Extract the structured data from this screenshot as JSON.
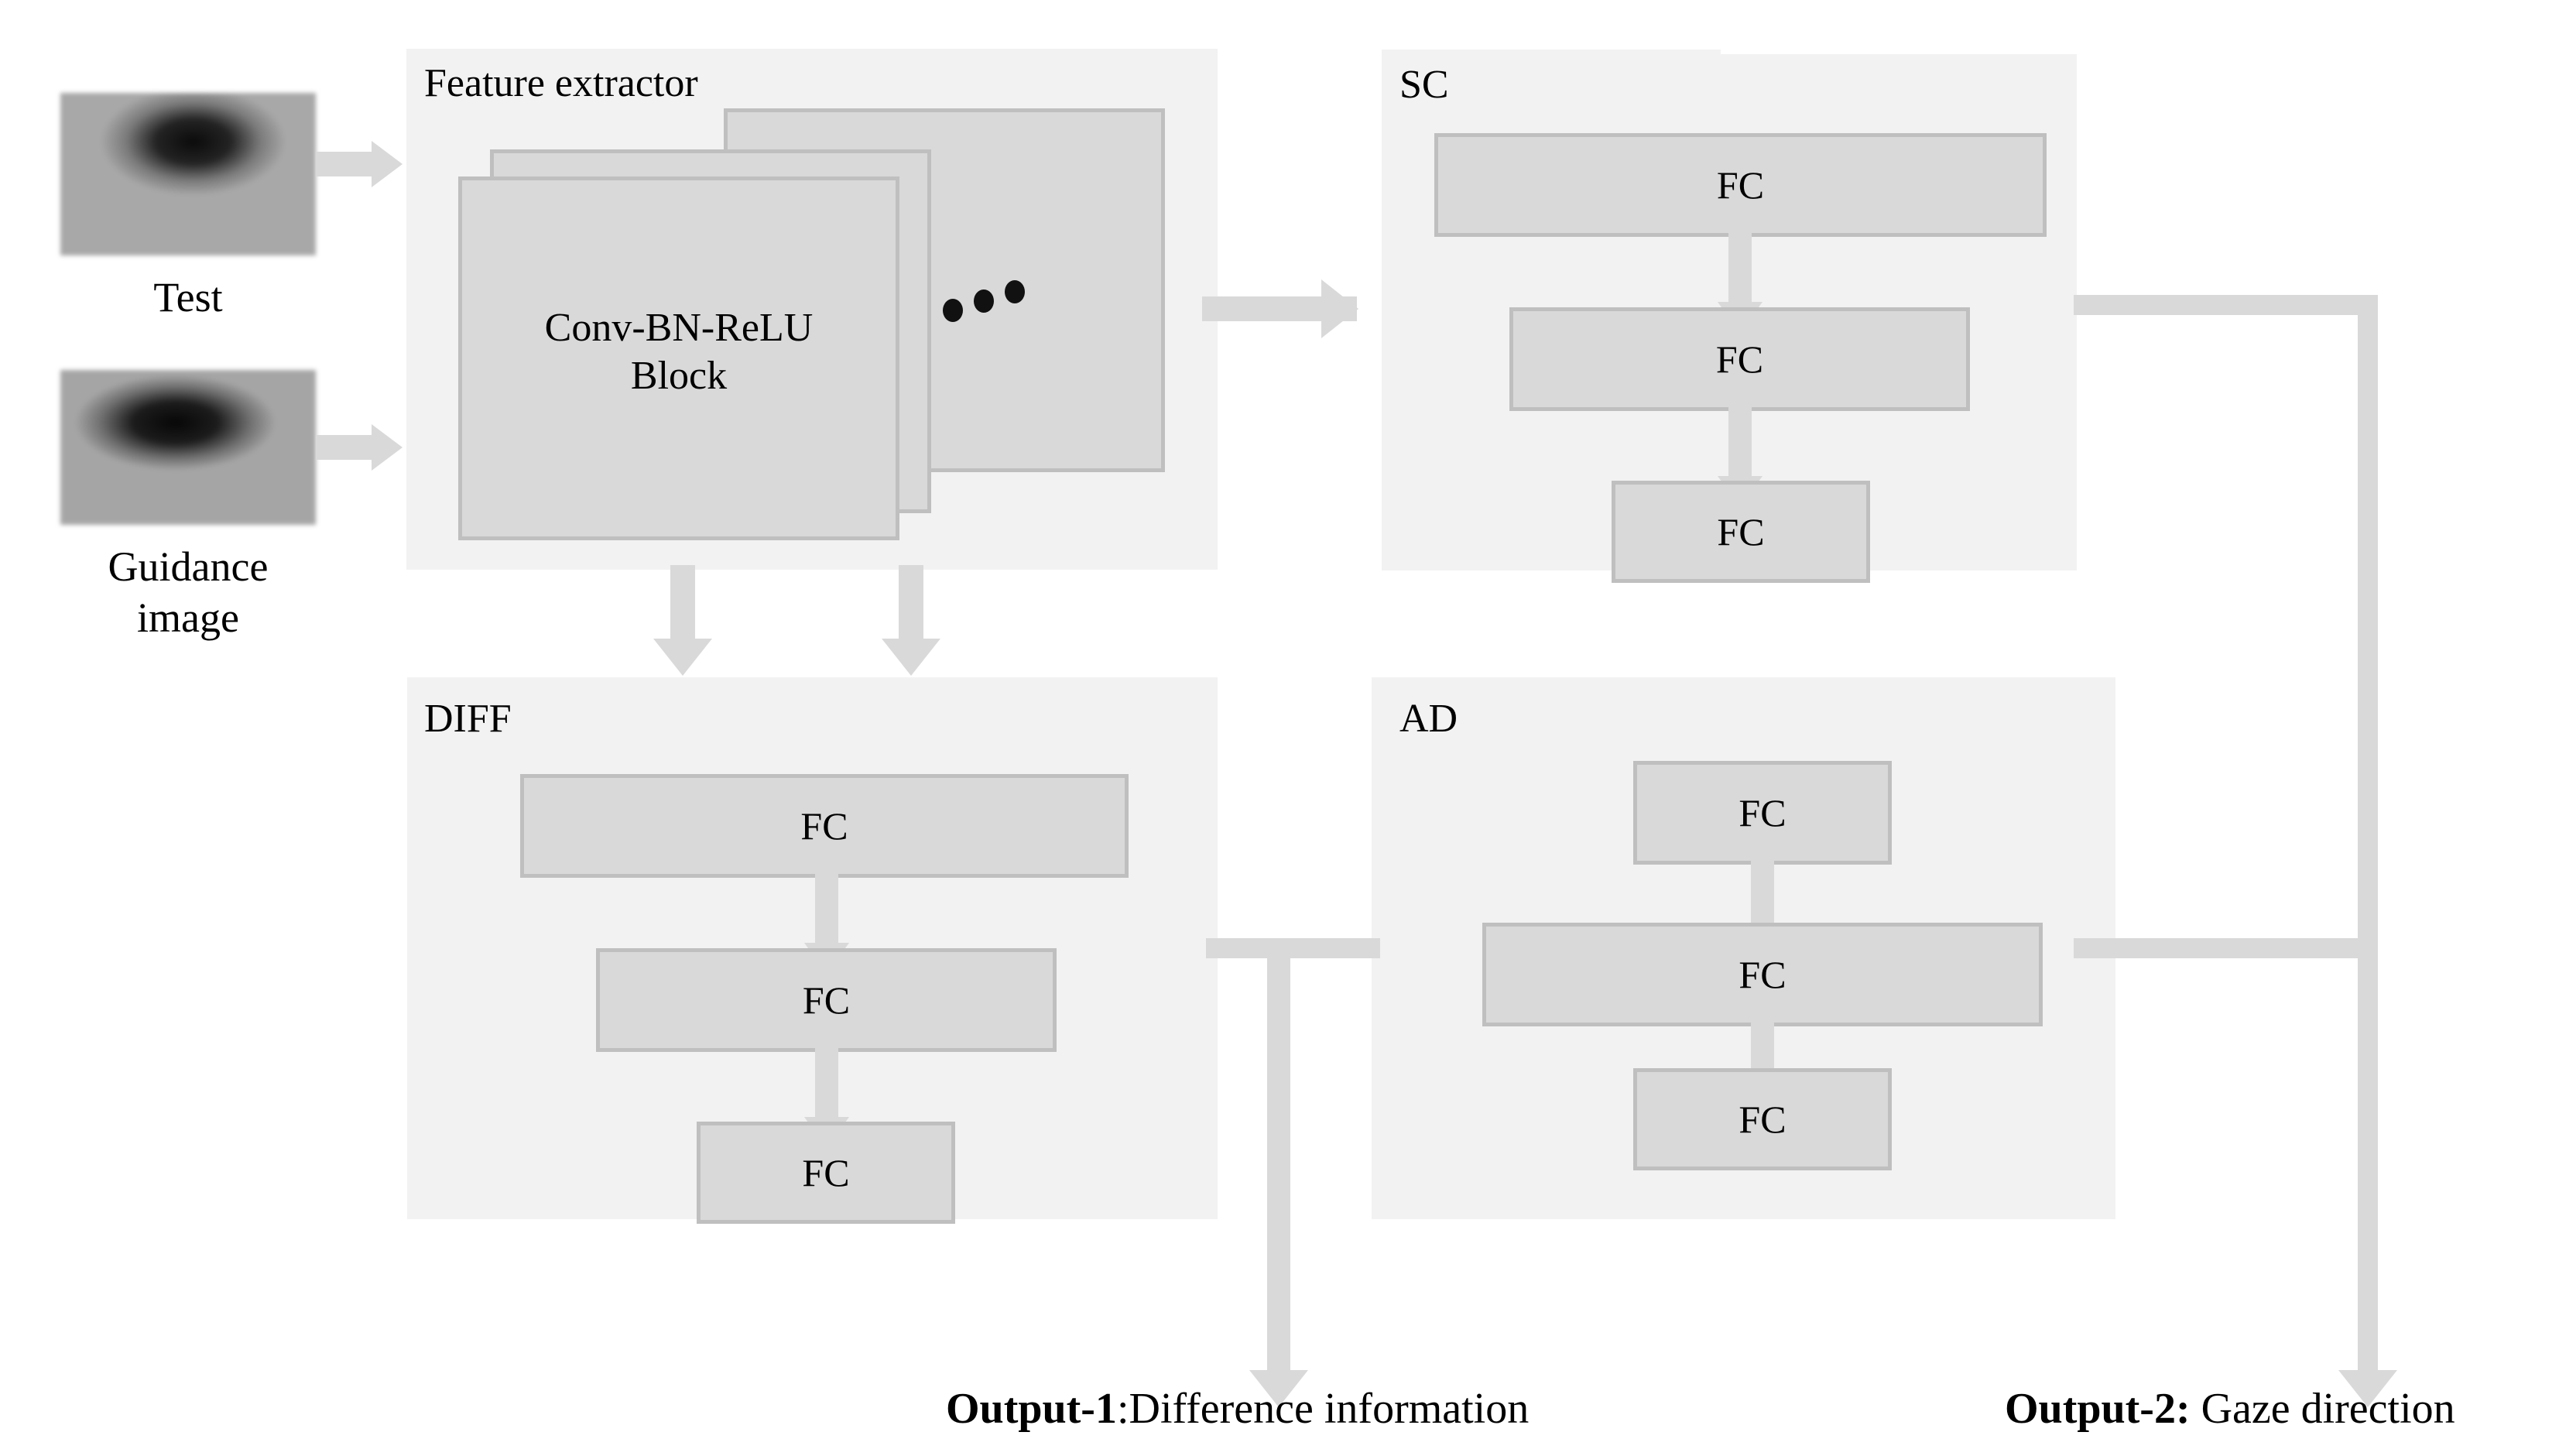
{
  "figure": {
    "type": "neural-network-architecture-diagram",
    "colors": {
      "panel_bg": "#f2f2f2",
      "box_fill": "#d9d9d9",
      "box_border": "#bfbfbf",
      "connector": "#d9d9d9",
      "text": "#000000",
      "page_bg": "#ffffff"
    }
  },
  "inputs": [
    {
      "caption": "Test",
      "icon": "eye-image-thumbnail"
    },
    {
      "caption": "Guidance\nimage",
      "icon": "eye-image-thumbnail"
    }
  ],
  "panels": {
    "feature_extractor": {
      "title": "Feature extractor",
      "block_label_line1": "Conv-BN-ReLU",
      "block_label_line2": "Block",
      "ellipsis": "horizontal-dots"
    },
    "sc": {
      "title": "SC",
      "layers": [
        {
          "label": "FC"
        },
        {
          "label": "FC"
        },
        {
          "label": "FC"
        }
      ]
    },
    "diff": {
      "title": "DIFF",
      "layers": [
        {
          "label": "FC"
        },
        {
          "label": "FC"
        },
        {
          "label": "FC"
        }
      ]
    },
    "ad": {
      "title": "AD",
      "layers": [
        {
          "label": "FC"
        },
        {
          "label": "FC"
        },
        {
          "label": "FC"
        }
      ]
    }
  },
  "outputs": [
    {
      "name_bold": "Output-1",
      "sep": ":",
      "description": "Difference information"
    },
    {
      "name_bold": "Output-2",
      "sep": ":",
      "description": " Gaze direction"
    }
  ]
}
